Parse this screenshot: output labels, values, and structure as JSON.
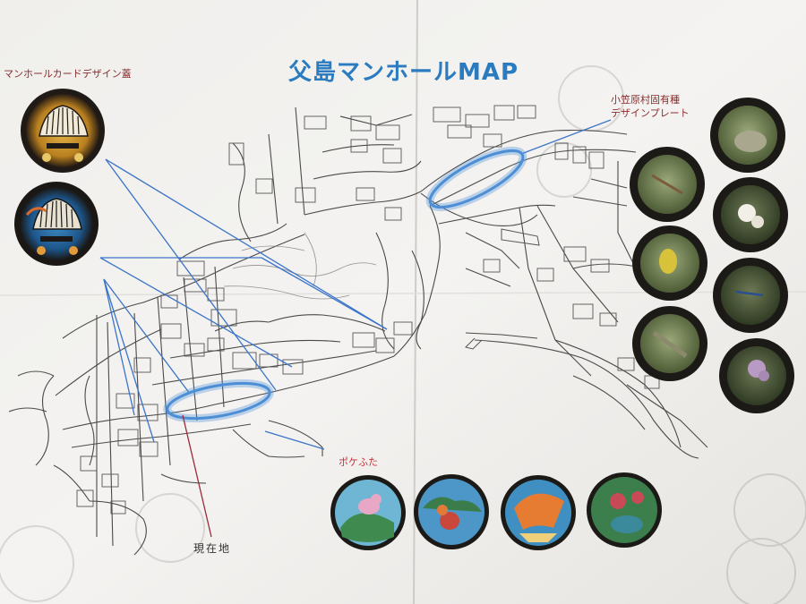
{
  "title": "父島マンホールMAP",
  "labels": {
    "manhole_card_design": "マンホールカードデザイン蓋",
    "endemic_design_line1": "小笠原村固有種",
    "endemic_design_line2": "デザインプレート",
    "pokefuta": "ポケふた",
    "current_location": "現在地"
  },
  "colors": {
    "title": "#2a7bc0",
    "labels": "#8a2d2d",
    "pokefuta_label": "#c8323a",
    "pointer_lines": "#3b74c9",
    "highlight": "#4c8fd6",
    "here_pointer": "#9b2a3a",
    "streets": "#4a4a4a"
  },
  "markers": {
    "card_lids": [
      "card-lid-whale-gold",
      "card-lid-whale-blue"
    ],
    "endemic_plates": [
      "endemic-plate-frog",
      "endemic-plate-plant",
      "endemic-plate-flower-white",
      "endemic-plate-yellow-bug",
      "endemic-plate-dragonfly",
      "endemic-plate-lizard",
      "endemic-plate-flower-purple"
    ],
    "pokefuta_lids": [
      "pokefuta-mew",
      "pokefuta-squirtle",
      "pokefuta-crab",
      "pokefuta-venusaur"
    ]
  }
}
